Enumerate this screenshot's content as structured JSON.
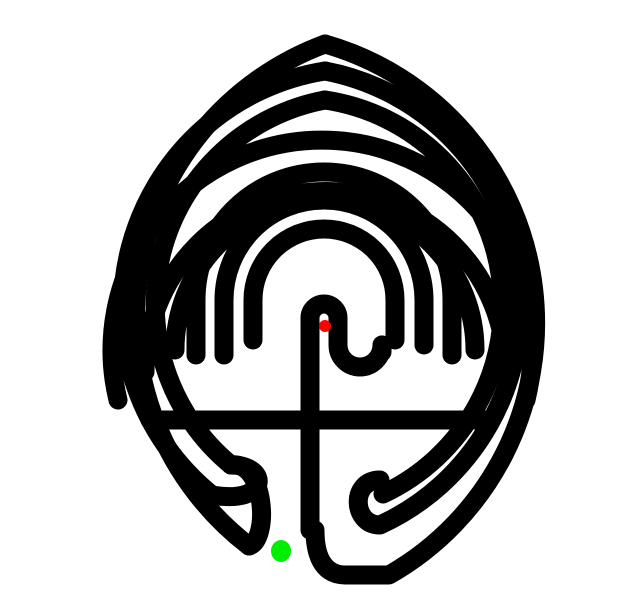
{
  "maze": {
    "style": "classical seven-circuit labyrinth",
    "wall_color": "#000000",
    "path_color": "#ffffff",
    "start_marker": {
      "name": "start-marker",
      "color": "#00ee00"
    },
    "goal_marker": {
      "name": "goal-marker",
      "color": "#ff0000"
    }
  }
}
